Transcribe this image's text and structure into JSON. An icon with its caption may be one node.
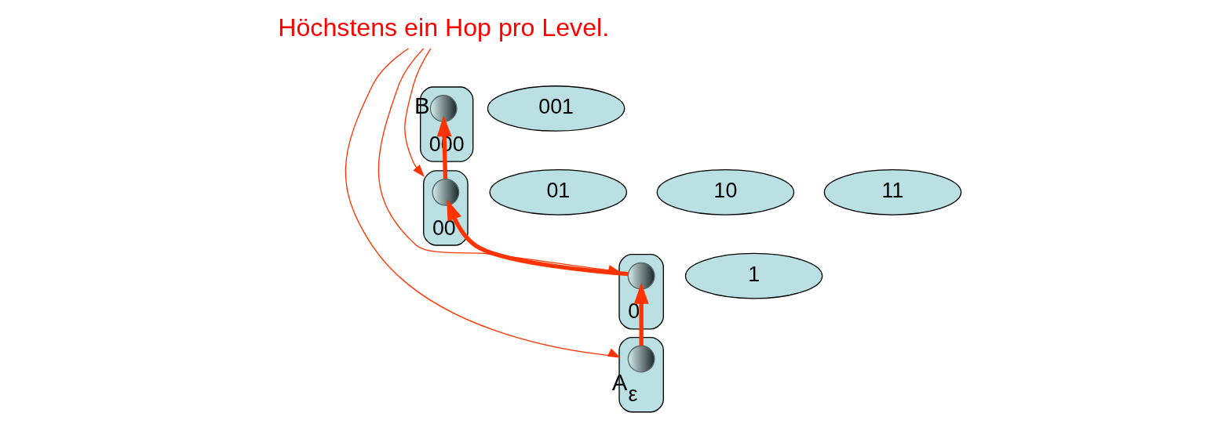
{
  "diagram": {
    "nodes": [
      {
        "text": [
          "000"
        ]
      },
      {
        "text": [],
        "shape": "circle",
        "in": 0,
        "beside": [
          "B"
        ]
      },
      {
        "text": [
          "001"
        ]
      },
      {
        "text": [
          "Höchstens ein Hop pro Level."
        ]
      },
      {
        "text": [
          "00"
        ]
      },
      {
        "text": [],
        "shape": "circle",
        "in": 4
      },
      {
        "text": [
          "01"
        ]
      },
      {
        "text": [
          "10"
        ]
      },
      {
        "text": [
          "11"
        ]
      },
      {
        "text": [
          "0"
        ]
      },
      {
        "text": [],
        "shape": "circle",
        "in": 9
      },
      {
        "text": [
          "1"
        ]
      },
      {
        "text": [
          "ε"
        ]
      },
      {
        "text": [],
        "shape": "circle",
        "in": 12,
        "beside": [
          "A"
        ]
      }
    ],
    "edges": [
      {
        "from": 13,
        "to": 10,
        "arrow": "to",
        "style": "thick",
        "color": "#ff3300"
      },
      {
        "from": 10,
        "to": 5,
        "arrow": "to",
        "style": "thick",
        "color": "#ff3300"
      },
      {
        "from": 5,
        "to": 1,
        "arrow": "to",
        "style": "thick",
        "color": "#ff3300"
      },
      {
        "from": 3,
        "to": 4,
        "arrow": "to",
        "color": "#ff3300"
      },
      {
        "from": 3,
        "to": 9,
        "arrow": "to",
        "color": "#ff3300"
      },
      {
        "from": 3,
        "to": 12,
        "arrow": "to",
        "color": "#ff3300"
      }
    ]
  }
}
